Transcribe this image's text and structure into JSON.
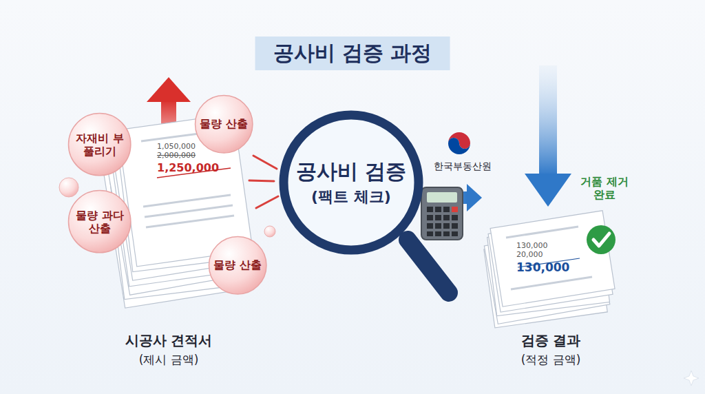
{
  "diagram": {
    "title": "공사비 검증 과정",
    "nodes": [
      {
        "text": [
          "자재비 부풀리기"
        ]
      },
      {
        "text": [
          "물량 산출"
        ]
      },
      {
        "text": [
          "1,050,000",
          "2,000,000",
          "1,250,000"
        ]
      },
      {
        "text": [
          "물량 과다 산출"
        ]
      },
      {
        "text": [
          "물량 산출"
        ]
      },
      {
        "text": [
          "공사비 검증",
          "(팩트 체크)"
        ]
      },
      {
        "text": [
          "130,000",
          "20,000",
          "130,000"
        ]
      }
    ],
    "edges": [
      {
        "from": 5,
        "to": 6,
        "arrow": "to"
      }
    ],
    "labels": [
      "시공사 견적서",
      "(제시 금액)",
      "한국부동산원",
      "거품 제거 완료",
      "검증 결과",
      "(적정 금액)"
    ]
  }
}
